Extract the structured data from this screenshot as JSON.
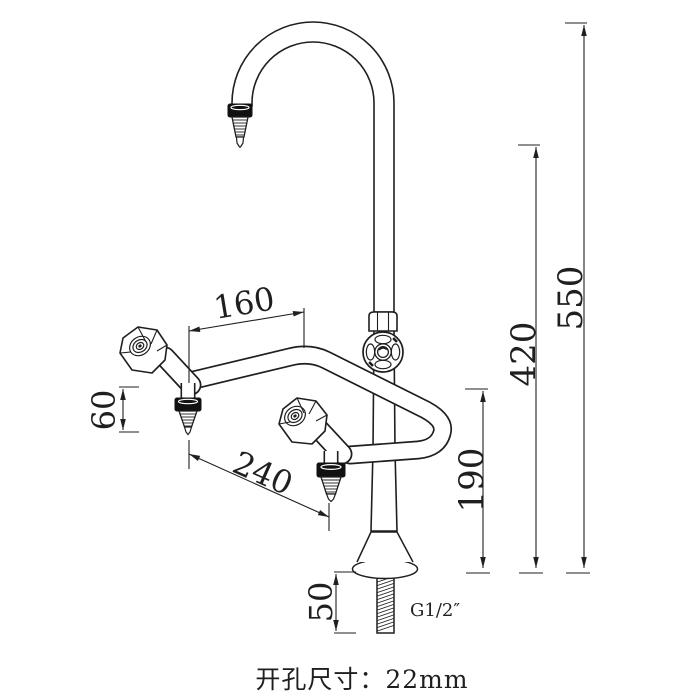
{
  "drawing": {
    "caption": "开孔尺寸：22mm",
    "thread_label": "G1/2″",
    "dimensions_mm": {
      "spout_reach": "160",
      "outlet_span": "240",
      "nozzle_length": "60",
      "total_height": "550",
      "spout_outlet_height": "420",
      "arm_outlet_height": "190",
      "deck_shank_length": "50"
    },
    "colors": {
      "line": "#1f1f1f",
      "background": "#ffffff",
      "collar": "#111111"
    }
  }
}
